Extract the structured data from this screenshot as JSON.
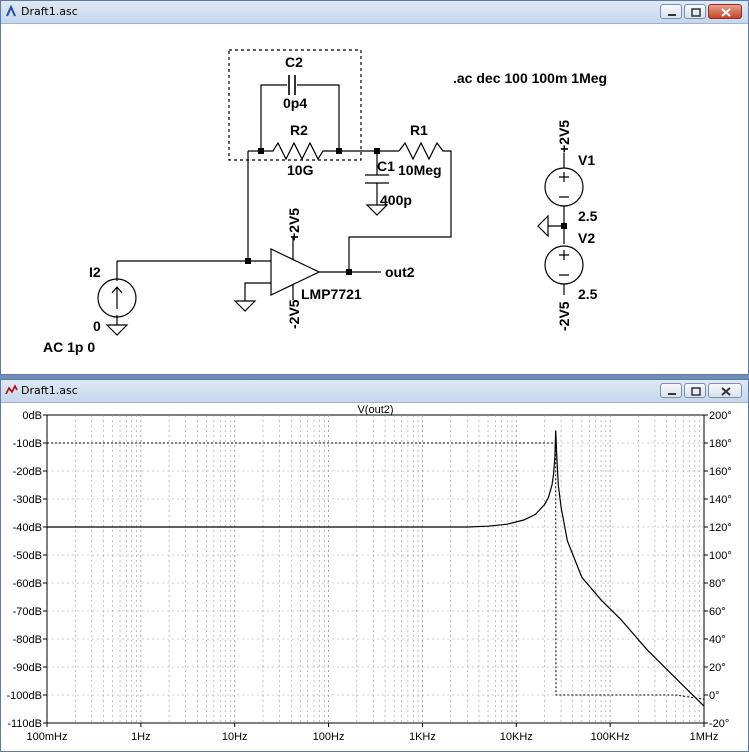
{
  "schematic_window": {
    "title": "Draft1.asc",
    "directive": ".ac dec 100 100m 1Meg",
    "components": {
      "c2": {
        "name": "C2",
        "value": "0p4"
      },
      "r2": {
        "name": "R2",
        "value": "10G"
      },
      "r1": {
        "name": "R1",
        "value": "10Meg"
      },
      "c1": {
        "name": "C1",
        "value": "400p"
      },
      "i2": {
        "name": "I2",
        "value": "0",
        "ac": "AC 1p 0"
      },
      "u1": {
        "name": "LMP7721",
        "vplus": "+2V5",
        "vminus": "-2V5"
      },
      "v1": {
        "name": "V1",
        "value": "2.5",
        "net": "+2V5"
      },
      "v2": {
        "name": "V2",
        "value": "2.5",
        "net": "-2V5"
      },
      "out": {
        "label": "out2"
      }
    }
  },
  "plot_window": {
    "title": "Draft1.asc",
    "chart_data": {
      "type": "line",
      "title": "V(out2)",
      "x_scale": "log",
      "xlim": [
        0.1,
        1000000
      ],
      "x_ticks": [
        0.1,
        1,
        10,
        100,
        1000,
        10000,
        100000,
        1000000
      ],
      "x_tick_labels": [
        "100mHz",
        "1Hz",
        "10Hz",
        "100Hz",
        "1KHz",
        "10KHz",
        "100KHz",
        "1MHz"
      ],
      "y_left": {
        "lim": [
          -110,
          0
        ],
        "ticks": [
          0,
          -10,
          -20,
          -30,
          -40,
          -50,
          -60,
          -70,
          -80,
          -90,
          -100,
          -110
        ],
        "tick_labels": [
          "0dB",
          "-10dB",
          "-20dB",
          "-30dB",
          "-40dB",
          "-50dB",
          "-60dB",
          "-70dB",
          "-80dB",
          "-90dB",
          "-100dB",
          "-110dB"
        ]
      },
      "y_right": {
        "lim": [
          -20,
          200
        ],
        "ticks": [
          200,
          180,
          160,
          140,
          120,
          100,
          80,
          60,
          40,
          20,
          0,
          -20
        ],
        "tick_labels": [
          "200°",
          "180°",
          "160°",
          "140°",
          "120°",
          "100°",
          "80°",
          "60°",
          "40°",
          "20°",
          "0°",
          "-20°"
        ]
      },
      "grid": true,
      "series": [
        {
          "axis": "left",
          "style": "solid",
          "x": [
            0.1,
            1,
            10,
            100,
            1000,
            3000,
            5000,
            8000,
            12000,
            16000,
            20000,
            22000,
            24000,
            25000,
            25800,
            26300,
            27000,
            28000,
            30000,
            35000,
            50000,
            80000,
            130000,
            250000,
            500000,
            1000000
          ],
          "y": [
            -40,
            -40,
            -40,
            -40,
            -40,
            -40,
            -39.7,
            -39,
            -37.5,
            -35.5,
            -32,
            -29.5,
            -25,
            -21,
            -15,
            -5.5,
            -15,
            -25,
            -33,
            -45,
            -58,
            -66,
            -73,
            -84,
            -94,
            -104
          ]
        },
        {
          "axis": "right",
          "style": "dashed",
          "x": [
            0.1,
            1,
            10,
            100,
            1000,
            10000,
            20000,
            25500,
            26000,
            26300,
            26500,
            30000,
            100000,
            500000,
            1000000
          ],
          "y": [
            180,
            180,
            180,
            180,
            180,
            180,
            180,
            180,
            180,
            180,
            0,
            0,
            0,
            0,
            -3
          ]
        }
      ]
    }
  }
}
